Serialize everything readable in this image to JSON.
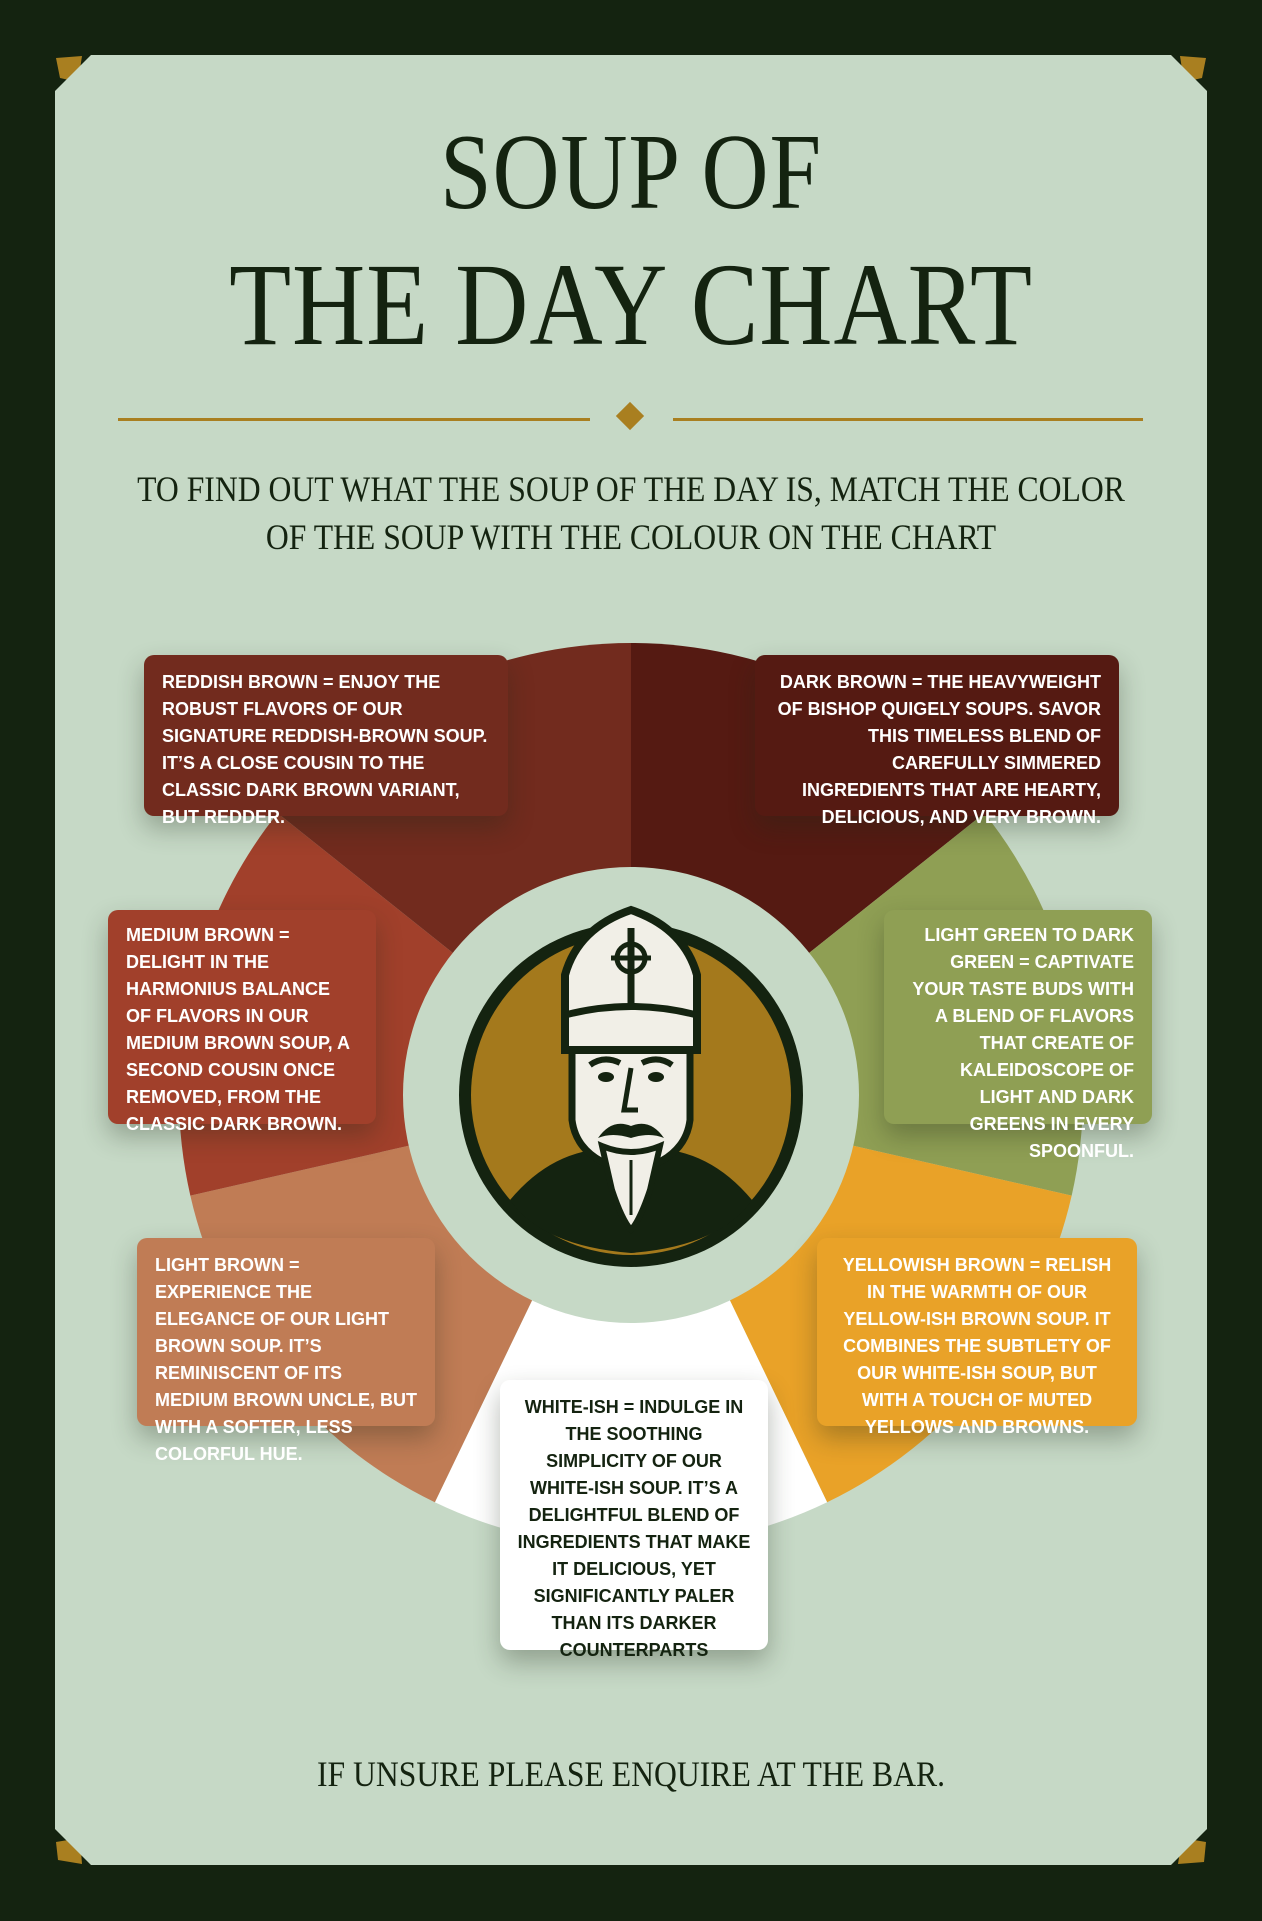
{
  "header": {
    "title_line_1": "SOUP OF",
    "title_line_2": "THE DAY CHART",
    "subtitle_line_1": "TO FIND OUT WHAT THE SOUP OF THE DAY IS, MATCH THE COLOR",
    "subtitle_line_2": "OF THE SOUP WITH THE COLOUR ON THE CHART"
  },
  "chart_data": {
    "type": "pie",
    "segments": [
      {
        "key": "dark_brown",
        "value": 1,
        "color": "#551a12",
        "text": "DARK BROWN = THE HEAVYWEIGHT OF BISHOP QUIGELY SOUPS. SAVOR THIS TIMELESS BLEND OF CAREFULLY SIMMERED INGREDIENTS THAT ARE HEARTY, DELICIOUS, AND VERY BROWN."
      },
      {
        "key": "green",
        "value": 1,
        "color": "#8f9f54",
        "text": "LIGHT GREEN TO DARK GREEN = CAPTIVATE YOUR TASTE BUDS WITH A BLEND OF FLAVORS THAT CREATE OF KALEIDOSCOPE OF LIGHT AND DARK GREENS IN EVERY SPOONFUL."
      },
      {
        "key": "yellowish_brown",
        "value": 1,
        "color": "#e9a228",
        "text": "YELLOWISH BROWN = RELISH IN THE WARMTH OF OUR YELLOW-ISH BROWN SOUP. IT COMBINES THE SUBTLETY  OF OUR WHITE-ISH SOUP, BUT WITH A TOUCH OF MUTED YELLOWS AND BROWNS."
      },
      {
        "key": "white_ish",
        "value": 1,
        "color": "#ffffff",
        "text": "WHITE-ISH = INDULGE IN THE SOOTHING SIMPLICITY OF OUR WHITE-ISH SOUP. IT’S A DELIGHTFUL BLEND OF INGREDIENTS THAT MAKE IT DELICIOUS, YET SIGNIFICANTLY PALER THAN ITS DARKER COUNTERPARTS"
      },
      {
        "key": "light_brown",
        "value": 1,
        "color": "#c07c55",
        "text": "LIGHT BROWN = EXPERIENCE THE ELEGANCE OF OUR LIGHT BROWN SOUP. IT’S REMINISCENT OF ITS MEDIUM BROWN UNCLE, BUT WITH A SOFTER, LESS COLORFUL HUE."
      },
      {
        "key": "medium_brown",
        "value": 1,
        "color": "#a1402b",
        "text": "MEDIUM BROWN = DELIGHT IN THE HARMONIUS BALANCE OF FLAVORS IN OUR MEDIUM BROWN SOUP, A SECOND COUSIN ONCE REMOVED, FROM THE CLASSIC DARK BROWN."
      },
      {
        "key": "reddish_brown",
        "value": 1,
        "color": "#722b1e",
        "text": "REDDISH BROWN = ENJOY THE ROBUST FLAVORS OF OUR SIGNATURE REDDISH-BROWN SOUP. IT’S A CLOSE COUSIN TO THE CLASSIC DARK BROWN VARIANT, BUT REDDER."
      }
    ]
  },
  "footer": {
    "text": "IF UNSURE PLEASE ENQUIRE AT THE BAR."
  },
  "colors": {
    "background": "#142310",
    "card": "#c6d9c6",
    "gold": "#a97f20",
    "ink": "#142310"
  },
  "logo": {
    "icon": "bishop-portrait-icon"
  }
}
